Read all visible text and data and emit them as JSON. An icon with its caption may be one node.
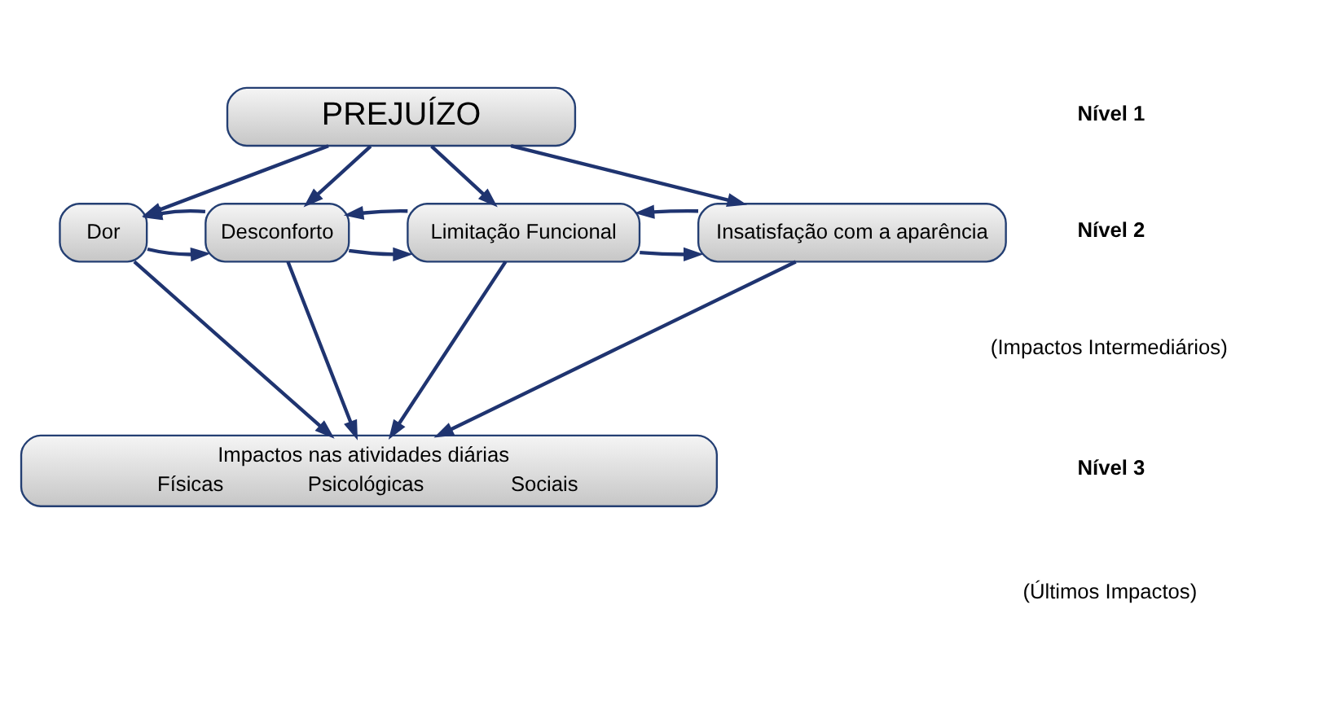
{
  "diagram": {
    "nodes": [
      {
        "text": [
          "PREJUÍZO"
        ]
      },
      {
        "text": [
          "Dor"
        ]
      },
      {
        "text": [
          "Desconforto"
        ]
      },
      {
        "text": [
          "Limitação Funcional"
        ]
      },
      {
        "text": [
          "Insatisfação com a aparência"
        ]
      },
      {
        "text": [
          "Impactos nas atividades diárias",
          "Físicas",
          "Psicológicas",
          "Sociais"
        ]
      }
    ],
    "edges": [
      {
        "from": 0,
        "to": 1,
        "arrow": "to"
      },
      {
        "from": 0,
        "to": 2,
        "arrow": "to"
      },
      {
        "from": 0,
        "to": 3,
        "arrow": "to"
      },
      {
        "from": 0,
        "to": 4,
        "arrow": "to"
      },
      {
        "from": 1,
        "to": 2,
        "arrow": "to"
      },
      {
        "from": 2,
        "to": 1,
        "arrow": "to"
      },
      {
        "from": 2,
        "to": 3,
        "arrow": "to"
      },
      {
        "from": 3,
        "to": 2,
        "arrow": "to"
      },
      {
        "from": 3,
        "to": 4,
        "arrow": "to"
      },
      {
        "from": 4,
        "to": 3,
        "arrow": "to"
      },
      {
        "from": 1,
        "to": 5,
        "arrow": "to"
      },
      {
        "from": 2,
        "to": 5,
        "arrow": "to"
      },
      {
        "from": 3,
        "to": 5,
        "arrow": "to"
      },
      {
        "from": 4,
        "to": 5,
        "arrow": "to"
      }
    ],
    "labels": [
      "Nível 1",
      "Nível 2",
      "(Impactos Intermediários)",
      "Nível 3",
      "(Últimos Impactos)"
    ]
  }
}
